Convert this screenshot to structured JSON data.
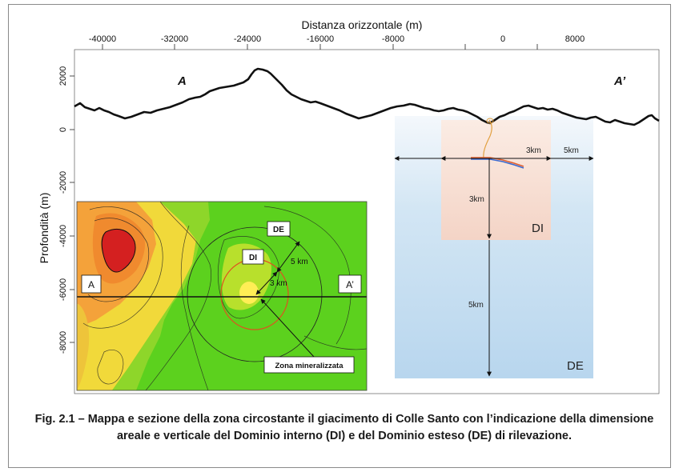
{
  "figure": {
    "x_axis_title": "Distanza orizzontale (m)",
    "y_axis_title": "Profondità (m)",
    "x_ticks": [
      "-40000",
      "-32000",
      "-24000",
      "-16000",
      "-8000",
      "0",
      "8000"
    ],
    "y_ticks": [
      "2000",
      "0",
      "-2000",
      "-4000",
      "-6000",
      "-8000"
    ],
    "section_start_label": "A",
    "section_end_label": "A’",
    "dim_3km_horizontal": "3km",
    "dim_5km_horizontal": "5km",
    "dim_3km_vertical": "3km",
    "dim_5km_vertical": "5km",
    "di_label": "DI",
    "de_label": "DE",
    "inset": {
      "de_label": "DE",
      "di_label": "DI",
      "dim_5km": "5 km",
      "dim_3km": "3 km",
      "a_label": "A",
      "a_prime_label": "A’",
      "zone_label": "Zona mineralizzata"
    },
    "colors": {
      "profile": "#111111",
      "de_domain": "#bcd8ee",
      "di_domain": "#f6d6c6",
      "map_green": "#5cd11e",
      "map_yellow": "#ffe24a",
      "map_orange": "#f4a23a",
      "map_red": "#d42020"
    }
  },
  "caption": "Fig. 2.1 – Mappa e sezione della zona circostante il giacimento di Colle Santo con l’indicazione della dimensione areale e verticale del Dominio interno (DI) e del Dominio esteso (DE) di rilevazione."
}
